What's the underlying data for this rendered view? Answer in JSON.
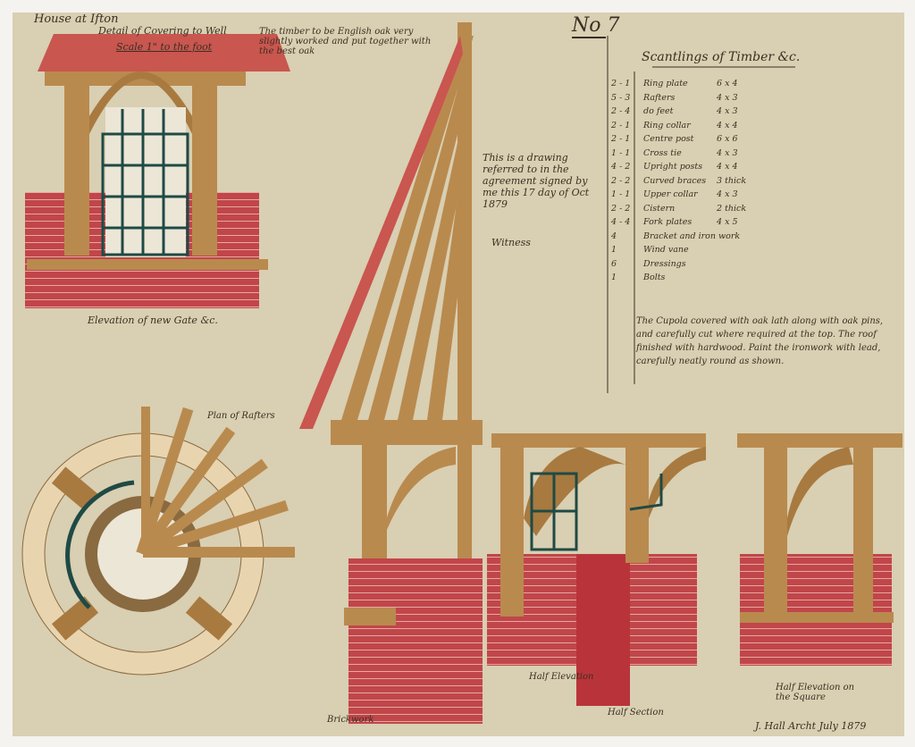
{
  "header": {
    "title": "House at Ifton",
    "subtitle": "Detail of Covering to Well",
    "scale": "Scale 1\" to the foot",
    "sheet_number": "No 7"
  },
  "schedule": {
    "title": "Scantlings of Timber &c.",
    "rows": [
      {
        "qty": "2 - 1",
        "item": "Ring plate",
        "size": "6 x 4"
      },
      {
        "qty": "5 - 3",
        "item": "Rafters",
        "size": "4 x 3"
      },
      {
        "qty": "2 - 4",
        "item": "do feet",
        "size": "4 x 3"
      },
      {
        "qty": "2 - 1",
        "item": "Ring collar",
        "size": "4 x 4"
      },
      {
        "qty": "2 - 1",
        "item": "Centre post",
        "size": "6 x 6"
      },
      {
        "qty": "1 - 1",
        "item": "Cross tie",
        "size": "4 x 3"
      },
      {
        "qty": "4 - 2",
        "item": "Upright posts",
        "size": "4 x 4"
      },
      {
        "qty": "2 - 2",
        "item": "Curved braces",
        "size": "3 thick"
      },
      {
        "qty": "1 - 1",
        "item": "Upper collar",
        "size": "4 x 3"
      },
      {
        "qty": "2 - 2",
        "item": "Cistern",
        "size": "2 thick"
      },
      {
        "qty": "4 - 4",
        "item": "Fork plates",
        "size": "4 x 5"
      },
      {
        "qty": "4",
        "item": "Bracket and iron work",
        "size": ""
      },
      {
        "qty": "1",
        "item": "Wind vane",
        "size": ""
      },
      {
        "qty": "6",
        "item": "Dressings",
        "size": ""
      },
      {
        "qty": "1",
        "item": "Bolts",
        "size": ""
      }
    ],
    "notes": "The Cupola covered with oak lath along with oak pins, and carefully cut where required at the top. The roof finished with hardwood. Paint the ironwork with lead, carefully neatly round as shown."
  },
  "notes": {
    "timber": "The timber to be English oak very slightly worked and put together with the best oak"
  },
  "signature": {
    "text": "This is a drawing referred to in the agreement signed by me this 17 day of Oct 1879",
    "witness": "Witness"
  },
  "labels": {
    "elevation_gate": "Elevation of new Gate &c.",
    "plan_rafters": "Plan of Rafters",
    "half_elevation": "Half Elevation",
    "half_section": "Half Section",
    "half_elevation_square": "Half Elevation on the Square",
    "brickwork": "Brickwork",
    "signed": "J. Hall Archt July 1879"
  },
  "colors": {
    "paper": "#d9cfb2",
    "timber": "#b98a4e",
    "brick": "#b9343a",
    "iron": "#1f4a45",
    "roof": "#c9564f",
    "ink": "#3a2f22"
  }
}
